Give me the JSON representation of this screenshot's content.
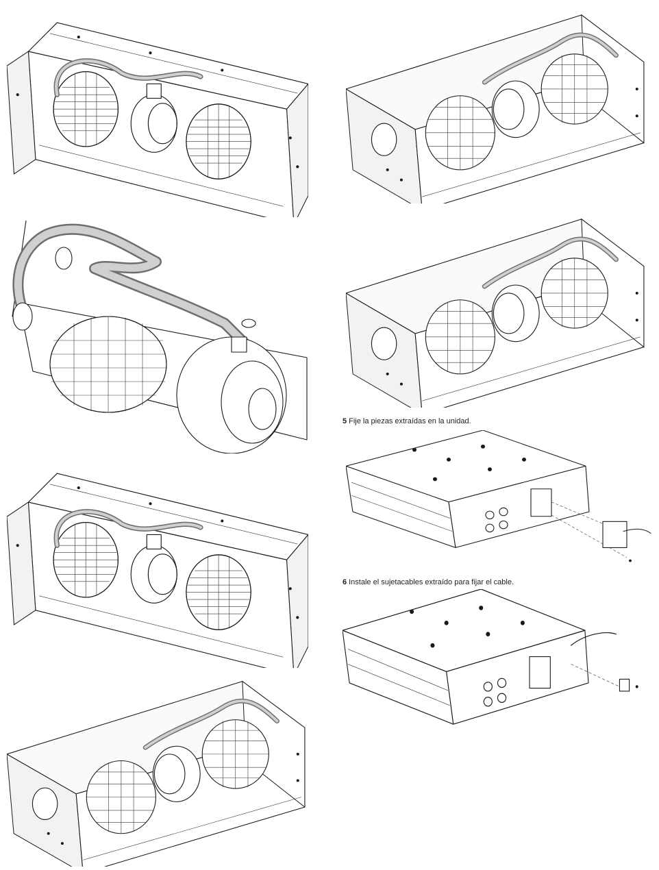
{
  "document": {
    "steps": [
      {
        "number": "5",
        "text": "Fije la piezas extraídas en la unidad."
      },
      {
        "number": "6",
        "text": "Instale el sujetacables extraído para fijar el cable."
      }
    ]
  },
  "figures": {
    "left": [
      "fan-assembly-open-view",
      "fan-motor-closeup",
      "fan-assembly-open-view",
      "fan-assembly-rotated-view"
    ],
    "right": [
      "fan-assembly-front-view",
      "fan-assembly-front-view",
      "unit-part-attach",
      "unit-cable-clamp"
    ]
  },
  "colors": {
    "line": "#1a1a1a",
    "hose": "#6e6e6e",
    "background": "#ffffff"
  }
}
